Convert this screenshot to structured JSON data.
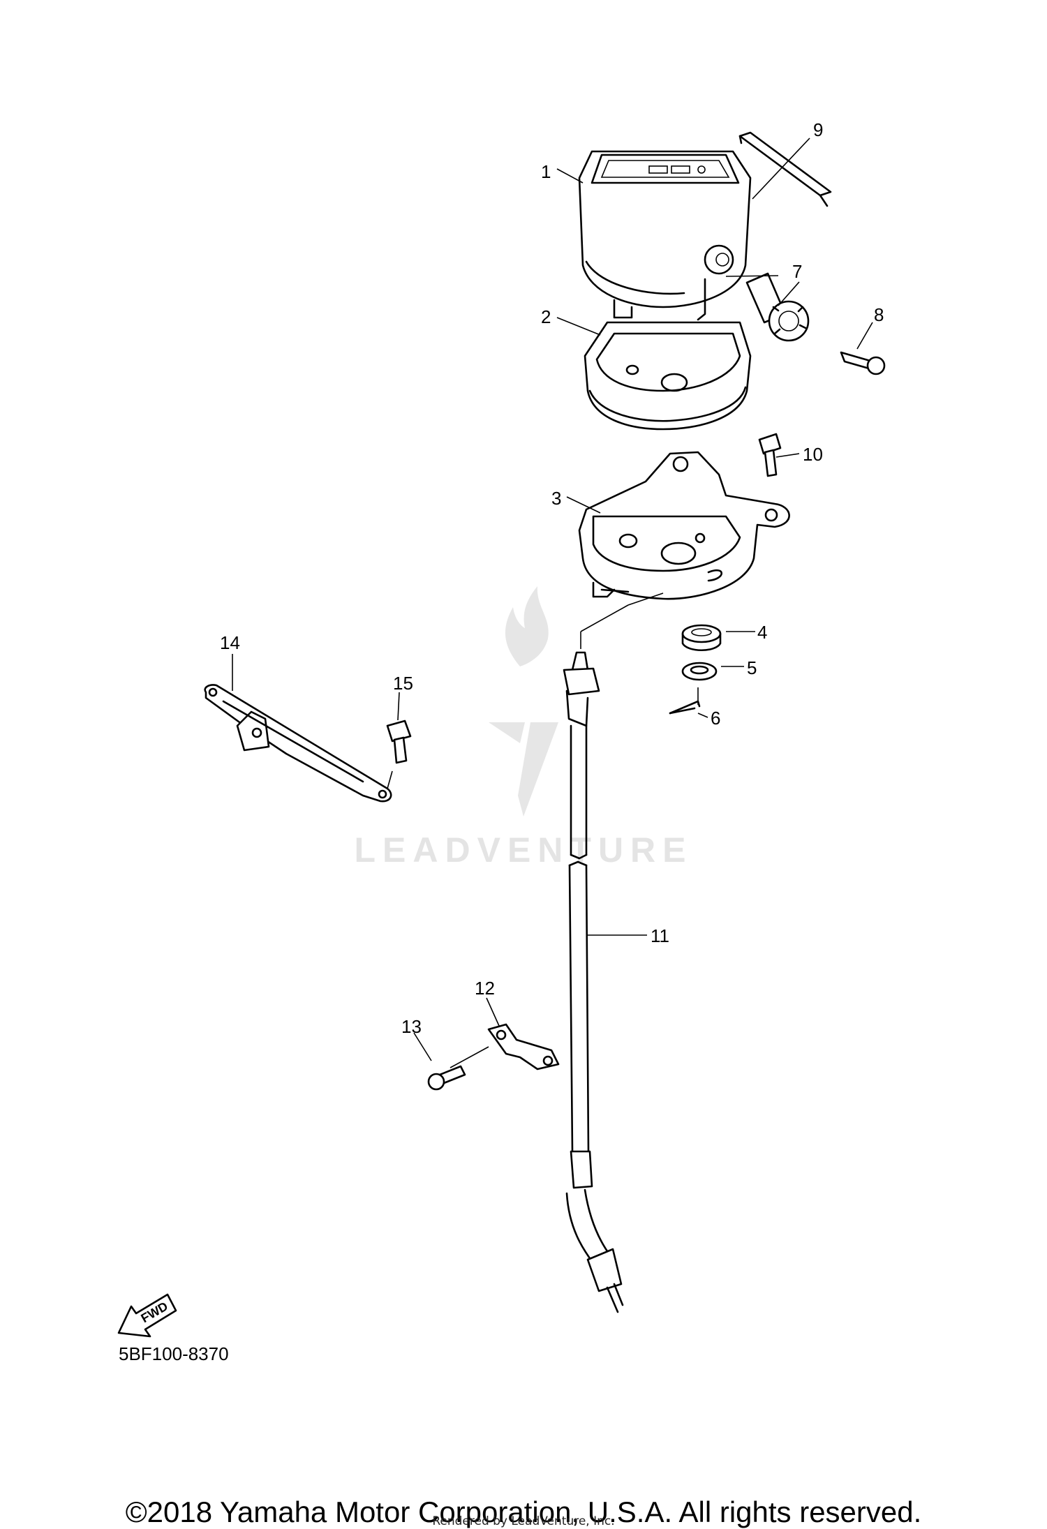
{
  "callouts": [
    "1",
    "2",
    "3",
    "4",
    "5",
    "6",
    "7",
    "8",
    "9",
    "10",
    "11",
    "12",
    "13",
    "14",
    "15"
  ],
  "watermark": "LEADVENTURE",
  "fwd_label": "FWD",
  "diagram_code": "5BF100-8370",
  "copyright": "©2018 Yamaha Motor Corporation, U.S.A. All rights reserved.",
  "rendered_by": "Rendered by LeadVenture, Inc."
}
